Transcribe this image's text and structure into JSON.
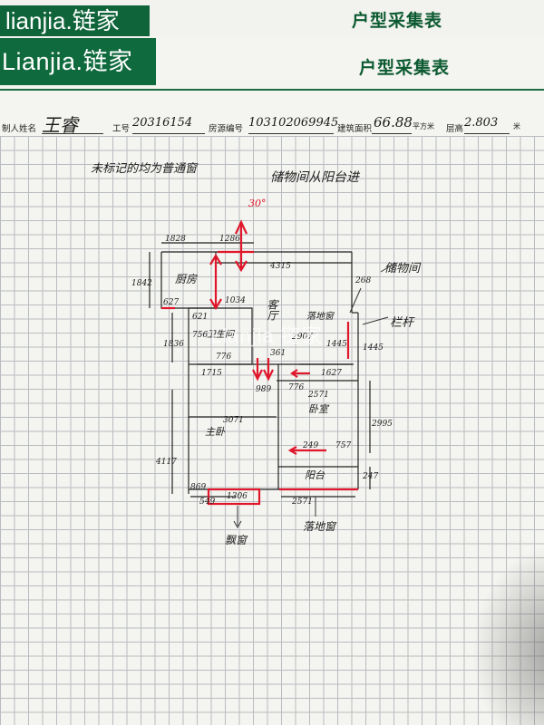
{
  "back_sheet": {
    "logo": "lianjia.链家",
    "title": "户型采集表"
  },
  "header": {
    "logo": "Lianjia.链家",
    "title": "户型采集表"
  },
  "fields": {
    "maker_label": "制人姓名",
    "maker_value": "王睿",
    "id_label": "工号",
    "id_value": "20316154",
    "house_label": "房源编号",
    "house_value": "103102069945",
    "area_label": "建筑面积",
    "area_value": "66.88",
    "area_unit": "平方米",
    "height_label": "层高",
    "height_value": "2.803",
    "height_unit": "米"
  },
  "notes": {
    "left_note": "未标记的均为普通窗",
    "right_note": "储物间从阳台进",
    "storage": "储物间",
    "railing": "栏杆",
    "window_bottom": "飘窗",
    "window_bottom_right": "落地窗",
    "window_right": "落地窗",
    "angle": "30°"
  },
  "rooms": {
    "kitchen": "厨房",
    "living": "客厅",
    "bedroom_main": "主卧",
    "bedroom": "卧室",
    "balcony": "阳台",
    "bath": "卫生间"
  },
  "dimensions": {
    "d1828": "1828",
    "d1286": "1286",
    "d1842": "1842",
    "d4315": "4315",
    "d627": "627",
    "d1034": "1034",
    "d268": "268",
    "d621": "621",
    "d1836": "1836",
    "d756": "756",
    "d2907": "2907",
    "d1445a": "1445",
    "d1445b": "1445",
    "d776a": "776",
    "d361": "361",
    "d1715": "1715",
    "d1627": "1627",
    "d989": "989",
    "d776b": "776",
    "d2571": "2571",
    "d3071": "3071",
    "d2995": "2995",
    "d4117": "4117",
    "d249": "249",
    "d757": "757",
    "d247": "247",
    "d869": "869",
    "d549": "549",
    "d1306": "1306",
    "d2571b": "2571"
  },
  "watermark": "Lianjia 链家"
}
